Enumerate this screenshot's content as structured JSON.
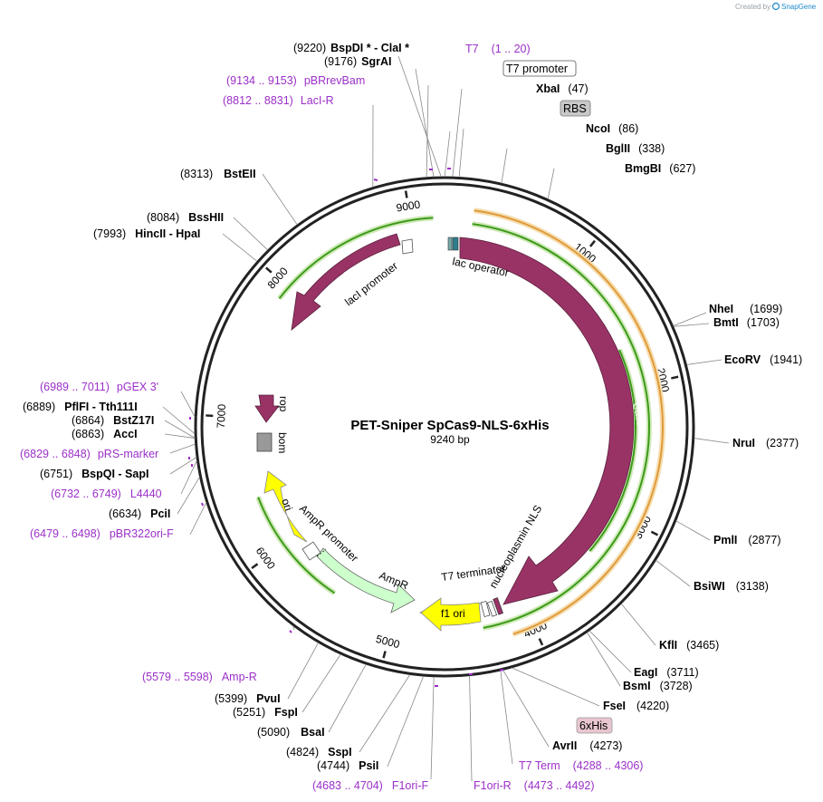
{
  "header": {
    "created_by": "Created by",
    "brand": "SnapGene"
  },
  "plasmid": {
    "name": "PET-Sniper SpCas9-NLS-6xHis",
    "size": "9240 bp"
  },
  "ticks": [
    "1000",
    "2000",
    "3000",
    "4000",
    "5000",
    "6000",
    "7000",
    "8000",
    "9000"
  ],
  "sites": [
    {
      "name": "BspDI *  -  ClaI *",
      "pos": "(9220)"
    },
    {
      "name": "SgrAI",
      "pos": "(9176)"
    },
    {
      "name": "XbaI",
      "pos": "(47)"
    },
    {
      "name": "NcoI",
      "pos": "(86)"
    },
    {
      "name": "BglII",
      "pos": "(338)"
    },
    {
      "name": "BmgBI",
      "pos": "(627)"
    },
    {
      "name": "NheI",
      "pos": "(1699)"
    },
    {
      "name": "BmtI",
      "pos": "(1703)"
    },
    {
      "name": "EcoRV",
      "pos": "(1941)"
    },
    {
      "name": "NruI",
      "pos": "(2377)"
    },
    {
      "name": "PmlI",
      "pos": "(2877)"
    },
    {
      "name": "BsiWI",
      "pos": "(3138)"
    },
    {
      "name": "KflI",
      "pos": "(3465)"
    },
    {
      "name": "EagI",
      "pos": "(3711)"
    },
    {
      "name": "BsmI",
      "pos": "(3728)"
    },
    {
      "name": "FseI",
      "pos": "(4220)"
    },
    {
      "name": "AvrII",
      "pos": "(4273)"
    },
    {
      "name": "PsiI",
      "pos": "(4744)"
    },
    {
      "name": "SspI",
      "pos": "(4824)"
    },
    {
      "name": "BsaI",
      "pos": "(5090)"
    },
    {
      "name": "FspI",
      "pos": "(5251)"
    },
    {
      "name": "PvuI",
      "pos": "(5399)"
    },
    {
      "name": "PciI",
      "pos": "(6634)"
    },
    {
      "name": "BspQI  -  SapI",
      "pos": "(6751)"
    },
    {
      "name": "AccI",
      "pos": "(6863)"
    },
    {
      "name": "BstZ17I",
      "pos": "(6864)"
    },
    {
      "name": "PflFI  -  Tth111I",
      "pos": "(6889)"
    },
    {
      "name": "HincII  -  HpaI",
      "pos": "(7993)"
    },
    {
      "name": "BssHII",
      "pos": "(8084)"
    },
    {
      "name": "BstEII",
      "pos": "(8313)"
    }
  ],
  "primers": [
    {
      "name": "T7",
      "range": "(1 .. 20)"
    },
    {
      "name": "pBRrevBam",
      "range": "(9134 .. 9153)"
    },
    {
      "name": "LacI-R",
      "range": "(8812 .. 8831)"
    },
    {
      "name": "pGEX 3'",
      "range": "(6989 .. 7011)"
    },
    {
      "name": "pRS-marker",
      "range": "(6829 .. 6848)"
    },
    {
      "name": "L4440",
      "range": "(6732 .. 6749)"
    },
    {
      "name": "pBR322ori-F",
      "range": "(6479 .. 6498)"
    },
    {
      "name": "Amp-R",
      "range": "(5579 .. 5598)"
    },
    {
      "name": "F1ori-F",
      "range": "(4683 .. 4704)"
    },
    {
      "name": "F1ori-R",
      "range": "(4473 .. 4492)"
    },
    {
      "name": "T7 Term",
      "range": "(4288 .. 4306)"
    }
  ],
  "boxed_features": [
    {
      "name": "T7 promoter"
    },
    {
      "name": "RBS"
    },
    {
      "name": "6xHis"
    }
  ],
  "features": [
    {
      "name": "lac operator"
    },
    {
      "name": "Cas9"
    },
    {
      "name": "nucleoplasmin NLS"
    },
    {
      "name": "T7 terminator"
    },
    {
      "name": "f1 ori"
    },
    {
      "name": "AmpR"
    },
    {
      "name": "AmpR promoter"
    },
    {
      "name": "ori"
    },
    {
      "name": "bom"
    },
    {
      "name": "rop"
    },
    {
      "name": "lacI"
    },
    {
      "name": "lacI promoter"
    }
  ],
  "colors": {
    "cas9": "#993366",
    "laci": "#993366",
    "rop": "#993366",
    "ori": "#ffff00",
    "f1ori": "#ffff00",
    "ampr": "#ccffcc",
    "primer": "#9b30c8",
    "orf_green": "#3d9a1a",
    "orf_orange": "#e0a040"
  }
}
